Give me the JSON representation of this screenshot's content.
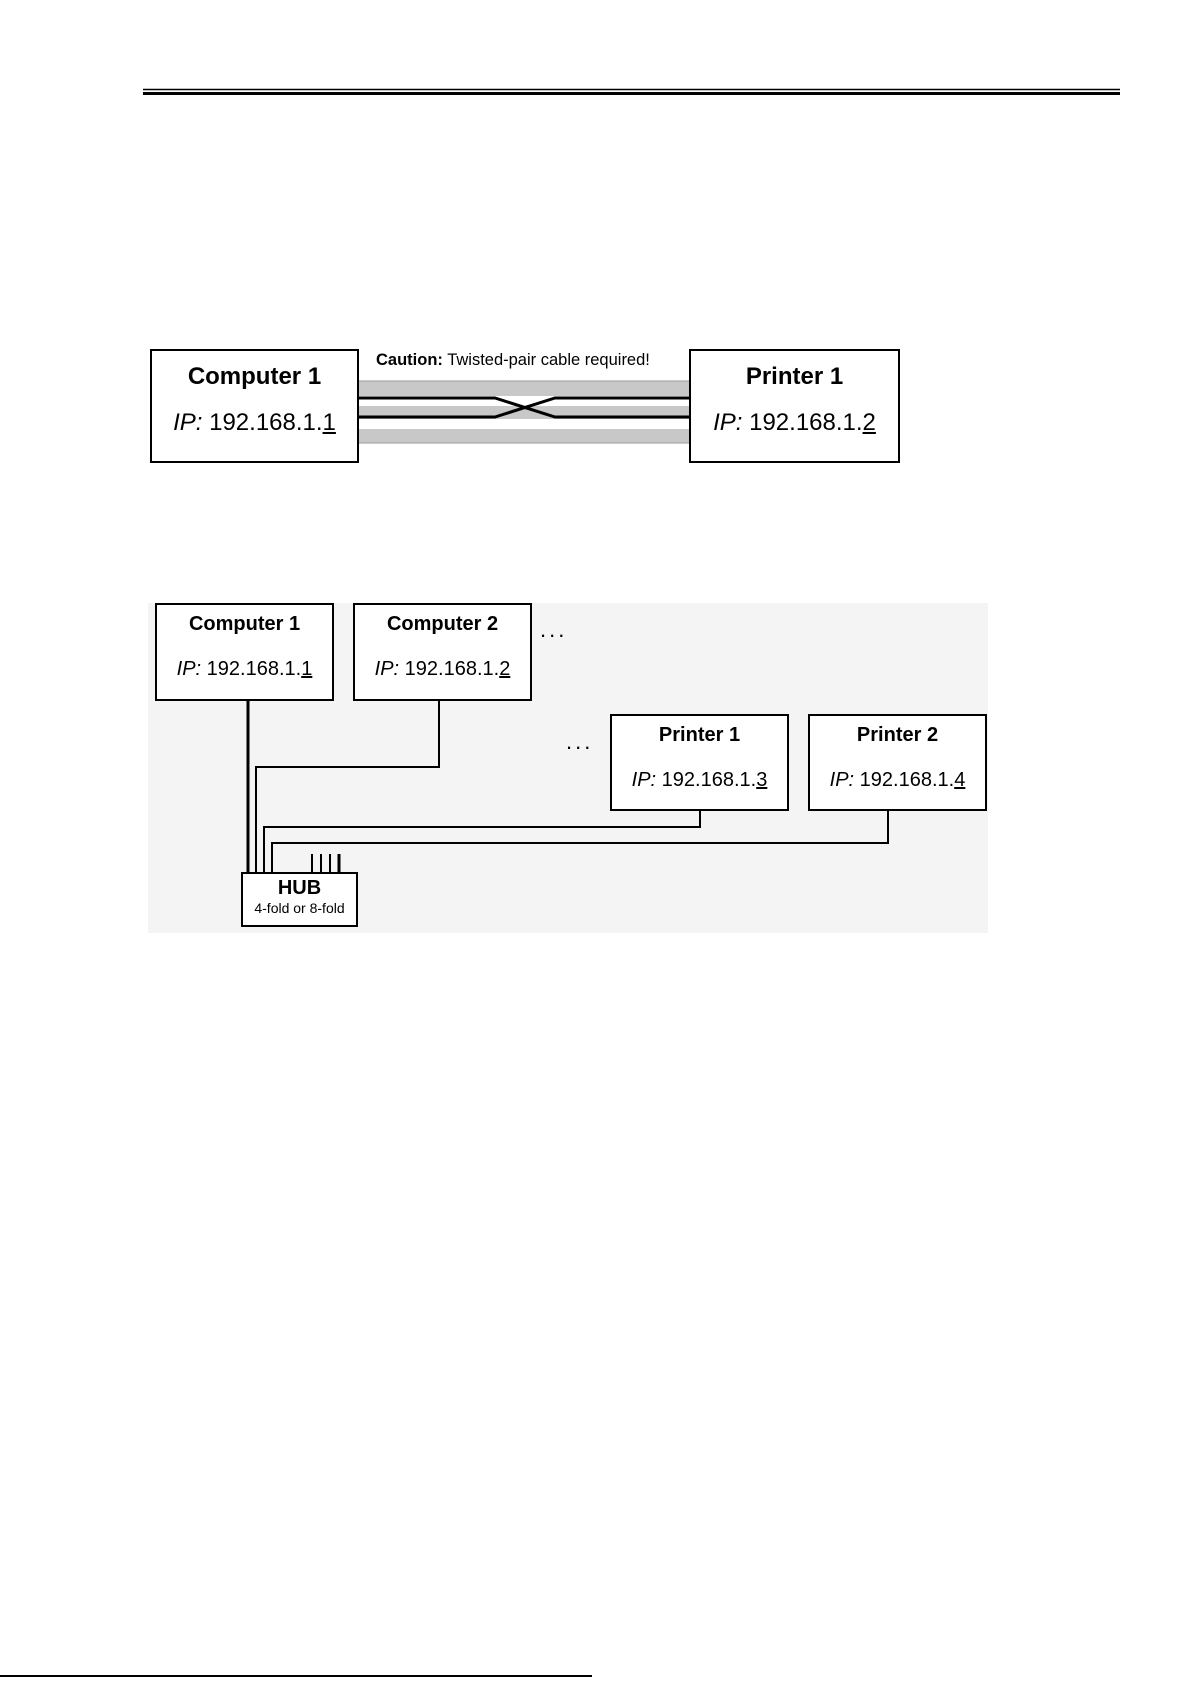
{
  "diagram1": {
    "caution_label": "Caution:",
    "caution_text": " Twisted-pair cable required!",
    "computer": {
      "title": "Computer 1",
      "ip_label": "IP:",
      "ip_prefix": " 192.168.1.",
      "ip_last": "1"
    },
    "printer": {
      "title": "Printer 1",
      "ip_label": "IP:",
      "ip_prefix": " 192.168.1.",
      "ip_last": "2"
    }
  },
  "diagram2": {
    "ellipsis": "...",
    "computer1": {
      "title": "Computer 1",
      "ip_label": "IP:",
      "ip_prefix": " 192.168.1.",
      "ip_last": "1"
    },
    "computer2": {
      "title": "Computer 2",
      "ip_label": "IP:",
      "ip_prefix": " 192.168.1.",
      "ip_last": "2"
    },
    "printer1": {
      "title": "Printer 1",
      "ip_label": "IP:",
      "ip_prefix": " 192.168.1.",
      "ip_last": "3"
    },
    "printer2": {
      "title": "Printer 2",
      "ip_label": "IP:",
      "ip_prefix": " 192.168.1.",
      "ip_last": "4"
    },
    "hub": {
      "title": "HUB",
      "subtitle": "4-fold or 8-fold"
    }
  }
}
